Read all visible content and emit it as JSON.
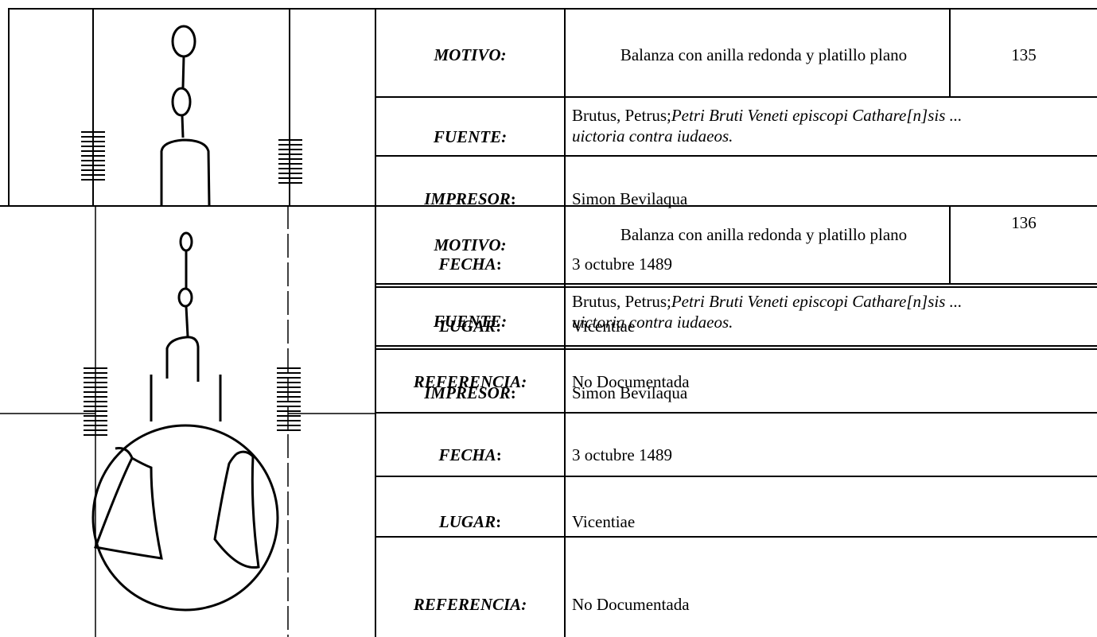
{
  "records": [
    {
      "number": "135",
      "labels": {
        "motivo": "MOTIVO:",
        "fuente": "FUENTE:",
        "impresor": "IMPRESOR",
        "fecha": "FECHA",
        "lugar": "LUGAR",
        "referencia": "REFERENCIA:",
        "colon": ":"
      },
      "motivo": "Balanza con anilla redonda y platillo plano",
      "fuente_author": "Brutus, Petrus;",
      "fuente_title": "Petri Bruti Veneti episcopi Cathare[n]sis ... uictoria contra iudaeos.",
      "impresor": "Simon Bevilaqua",
      "fecha": "3 octubre 1489",
      "lugar": "Vicentiae",
      "referencia": "No Documentada"
    },
    {
      "number": "136",
      "labels": {
        "motivo": "MOTIVO:",
        "fuente": "FUENTE:",
        "impresor": "IMPRESOR",
        "fecha": "FECHA",
        "lugar": "LUGAR",
        "referencia": "REFERENCIA:",
        "colon": ":"
      },
      "motivo": "Balanza con anilla redonda y platillo plano",
      "fuente_author": "Brutus, Petrus;",
      "fuente_title": "Petri Bruti Veneti episcopi Cathare[n]sis ... uictoria contra iudaeos.",
      "impresor": "Simon Bevilaqua",
      "fecha": "3 octubre 1489",
      "lugar": "Vicentiae",
      "referencia": "No Documentada"
    }
  ]
}
